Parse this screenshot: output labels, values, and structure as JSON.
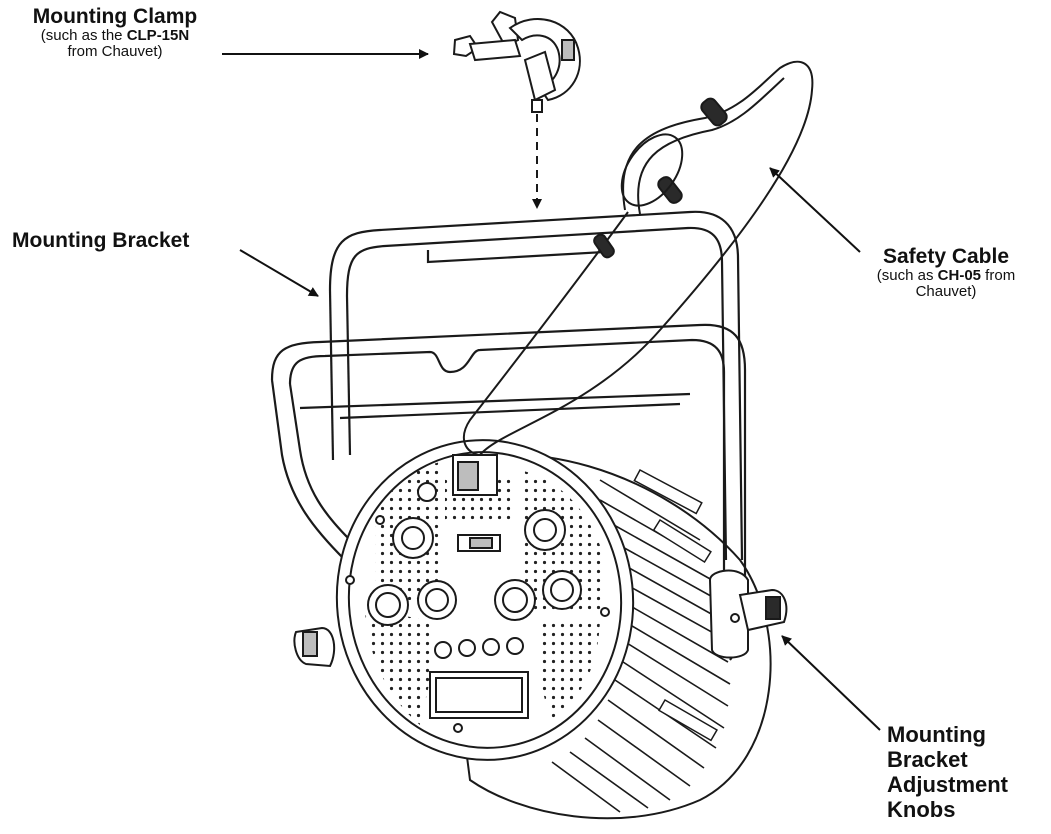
{
  "labels": {
    "clamp_title": "Mounting Clamp",
    "clamp_sub_prefix": "(such as the ",
    "clamp_model": "CLP-15N",
    "clamp_sub_suffix": "from Chauvet)",
    "bracket_title": "Mounting Bracket",
    "cable_title": "Safety Cable",
    "cable_sub_prefix": "(such as ",
    "cable_model": "CH-05",
    "cable_sub_mid": " from",
    "cable_sub_suffix": "Chauvet)",
    "knobs_line1": "Mounting",
    "knobs_line2": "Bracket",
    "knobs_line3": "Adjustment",
    "knobs_line4": "Knobs"
  },
  "colors": {
    "line": "#1a1a1a",
    "fill": "#ffffff",
    "shade": "#bdbdbd"
  },
  "icons": [
    "arrow-icon",
    "clamp-icon",
    "fixture-icon",
    "safety-cable-icon",
    "knob-icon"
  ]
}
